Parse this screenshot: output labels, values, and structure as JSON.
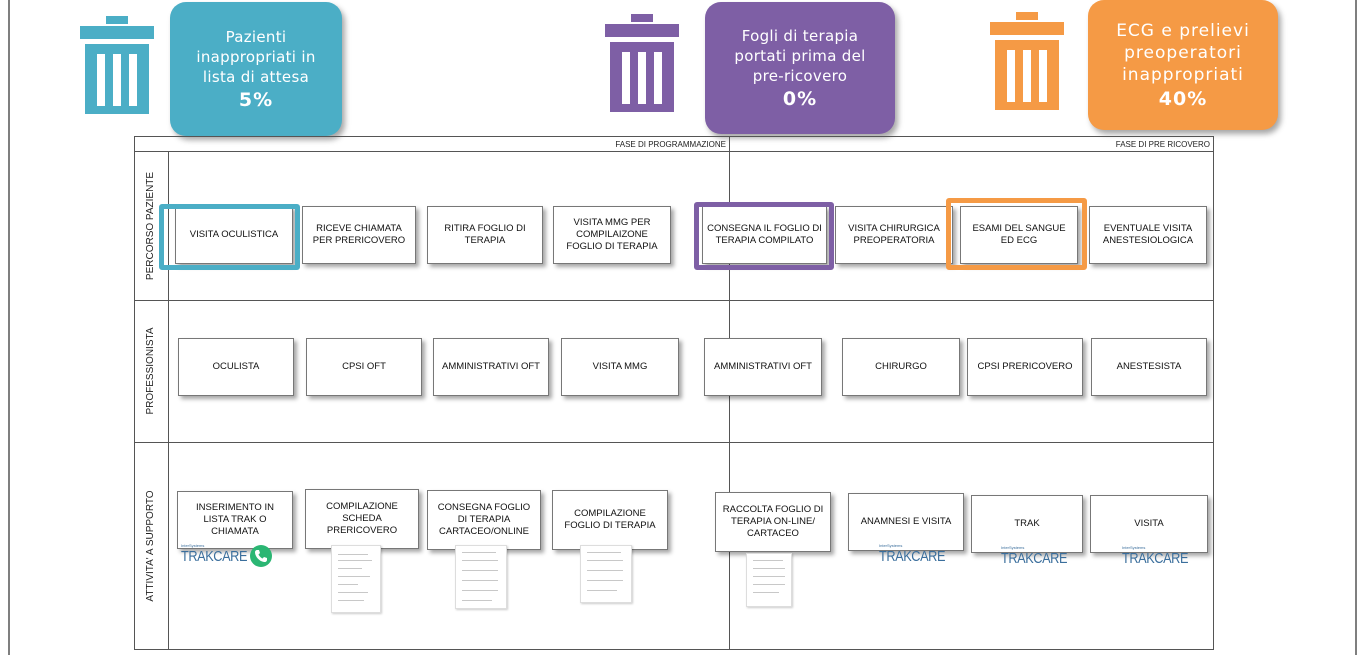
{
  "callouts": [
    {
      "text": "Pazienti\ninappropriati in\nlista di attesa",
      "pct": "5%",
      "color": "#4baec6"
    },
    {
      "text": "Fogli di terapia\nportati prima del\npre-ricovero",
      "pct": "0%",
      "color": "#7e5fa5"
    },
    {
      "text": "ECG e prelievi\npreoperatori\ninappropriati",
      "pct": "40%",
      "color": "#f59a45"
    }
  ],
  "icons": {
    "trash": "trash-can-icon",
    "phone": "phone-icon",
    "logo": "trakcare-logo",
    "doc": "form-document-icon"
  },
  "logo": {
    "brand": "InterSystems",
    "name": "TRAKCARE"
  },
  "phases": [
    "FASE DI PROGRAMMAZIONE",
    "FASE DI PRE RICOVERO"
  ],
  "lanes": [
    "PERCORSO PAZIENTE",
    "PROFESSIONISTA",
    "ATTIVITA' A SUPPORTO"
  ],
  "percorso": [
    "VISITA OCULISTICA",
    "RICEVE CHIAMATA PER PRERICOVERO",
    "RITIRA FOGLIO DI TERAPIA",
    "VISITA MMG PER COMPILAIZONE FOGLIO DI TERAPIA",
    "CONSEGNA IL FOGLIO DI TERAPIA COMPILATO",
    "VISITA CHIRURGICA PREOPERATORIA",
    "ESAMI DEL SANGUE ED ECG",
    "EVENTUALE VISITA ANESTESIOLOGICA"
  ],
  "professionisti": [
    "OCULISTA",
    "CPSI OFT",
    "AMMINISTRATIVI OFT",
    "VISITA MMG",
    "AMMINISTRATIVI OFT",
    "CHIRURGO",
    "CPSI PRERICOVERO",
    "ANESTESISTA"
  ],
  "supporto": [
    "INSERIMENTO IN LISTA TRAK O CHIAMATA",
    "COMPILAZIONE SCHEDA PRERICOVERO",
    "CONSEGNA FOGLIO DI TERAPIA CARTACEO/ONLINE",
    "COMPILAZIONE FOGLIO DI TERAPIA",
    "RACCOLTA FOGLIO DI TERAPIA ON-LINE/ CARTACEO",
    "ANAMNESI E VISITA",
    "TRAK",
    "VISITA"
  ]
}
